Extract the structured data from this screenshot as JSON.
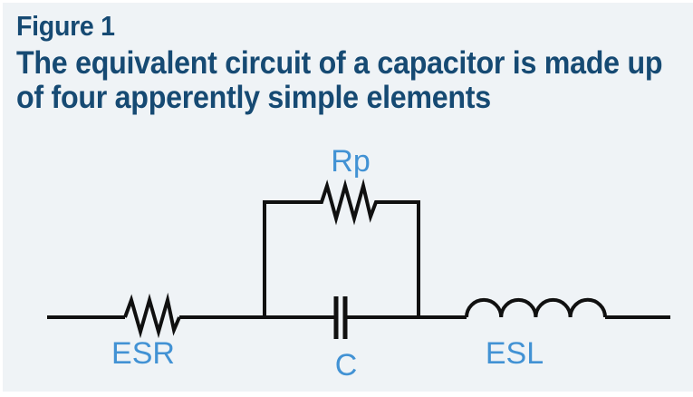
{
  "figure": {
    "title": "Figure 1",
    "caption_lines": [
      "The equivalent circuit of a capacitor is made up",
      "of four apperently simple elements"
    ]
  },
  "circuit": {
    "components": [
      {
        "id": "esr",
        "label": "ESR",
        "type": "resistor"
      },
      {
        "id": "rp",
        "label": "Rp",
        "type": "resistor"
      },
      {
        "id": "c",
        "label": "C",
        "type": "capacitor"
      },
      {
        "id": "esl",
        "label": "ESL",
        "type": "inductor"
      }
    ]
  },
  "colors": {
    "background": "#eff3f6",
    "title_text": "#164a73",
    "component_label": "#4292d4",
    "wire": "#101010"
  }
}
